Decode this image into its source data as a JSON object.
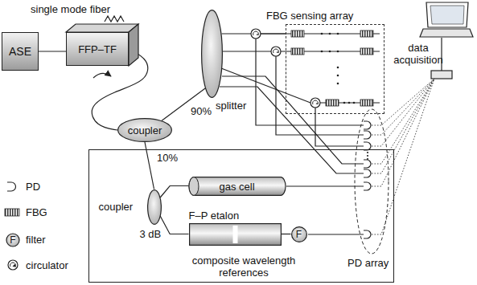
{
  "diagram": {
    "nodes": [
      {
        "text": [
          "ASE"
        ]
      },
      {
        "text": [
          "FFP–TF"
        ]
      },
      {
        "text": [
          "coupler"
        ]
      },
      {
        "text": [
          "splitter"
        ]
      },
      {
        "text": [
          "FBG sensing array"
        ]
      },
      {
        "text": [
          "composite wavelength references"
        ]
      },
      {
        "text": [
          "coupler",
          "3 dB"
        ],
        "in": 5
      },
      {
        "text": [
          "gas cell"
        ],
        "in": 5
      },
      {
        "text": [
          "F–P etalon"
        ],
        "in": 5
      },
      {
        "text": [
          "F"
        ],
        "in": 5
      }
    ],
    "edges": [
      {
        "from": 0,
        "to": 1,
        "arrow": "none"
      },
      {
        "from": 1,
        "to": 2,
        "arrow": "none"
      },
      {
        "from": 2,
        "to": 3,
        "label": "90%",
        "arrow": "none"
      },
      {
        "from": 2,
        "to": 6,
        "label": "10%",
        "arrow": "none"
      },
      {
        "from": 3,
        "to": 4,
        "arrow": "none"
      },
      {
        "from": 6,
        "to": 7,
        "arrow": "none"
      },
      {
        "from": 6,
        "to": 8,
        "arrow": "none"
      },
      {
        "from": 8,
        "to": 9,
        "arrow": "none"
      }
    ],
    "labels": [
      "single mode fiber",
      "data acquisition",
      "PD array",
      "F"
    ],
    "legend": [
      {
        "text": "PD"
      },
      {
        "text": "FBG"
      },
      {
        "text": "filter"
      },
      {
        "text": "circulator"
      }
    ]
  }
}
